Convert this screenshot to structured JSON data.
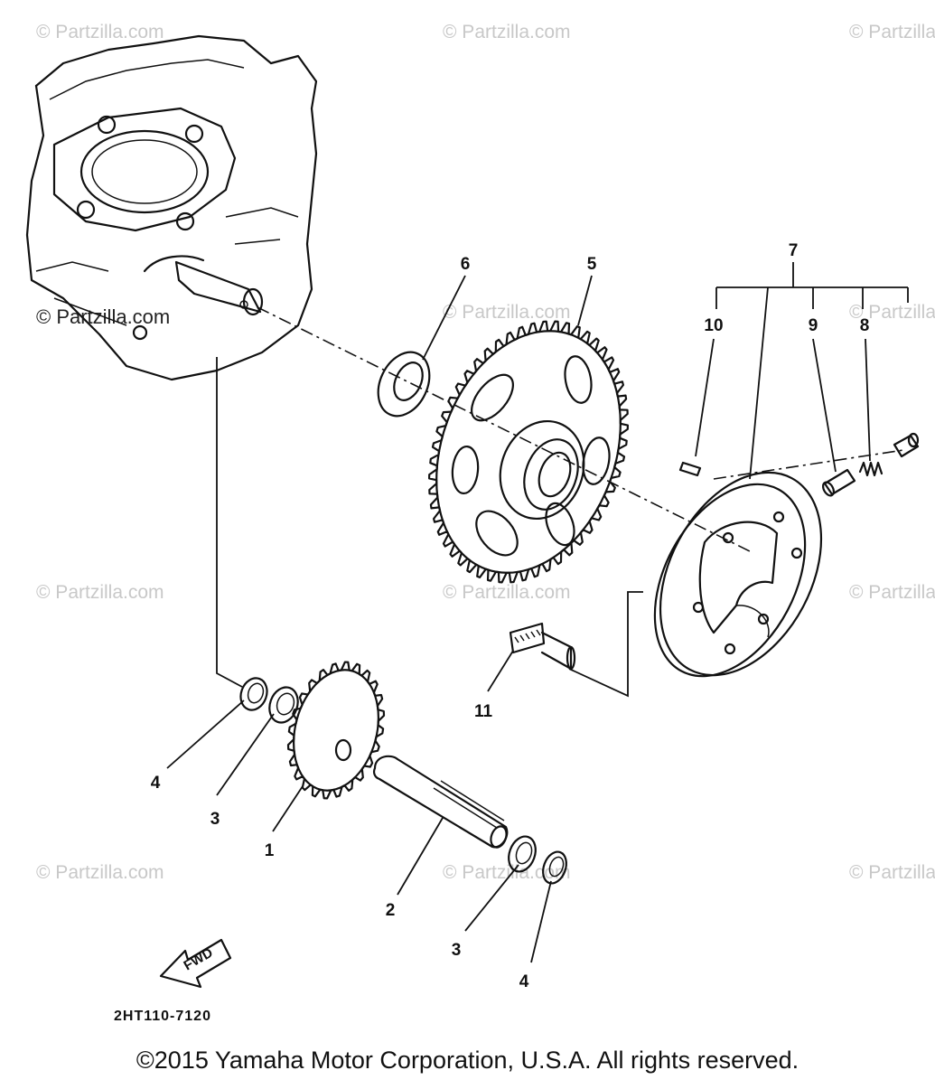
{
  "watermark": "© Partzilla.com",
  "diagram_code": "2HT110-7120",
  "fwd_label": "FWD",
  "copyright": "©2015 Yamaha Motor Corporation, U.S.A. All rights reserved.",
  "callouts": {
    "c1": "1",
    "c2": "2",
    "c3a": "3",
    "c3b": "3",
    "c4a": "4",
    "c4b": "4",
    "c5": "5",
    "c6": "6",
    "c7": "7",
    "c8": "8",
    "c9": "9",
    "c10": "10",
    "c11": "11"
  }
}
